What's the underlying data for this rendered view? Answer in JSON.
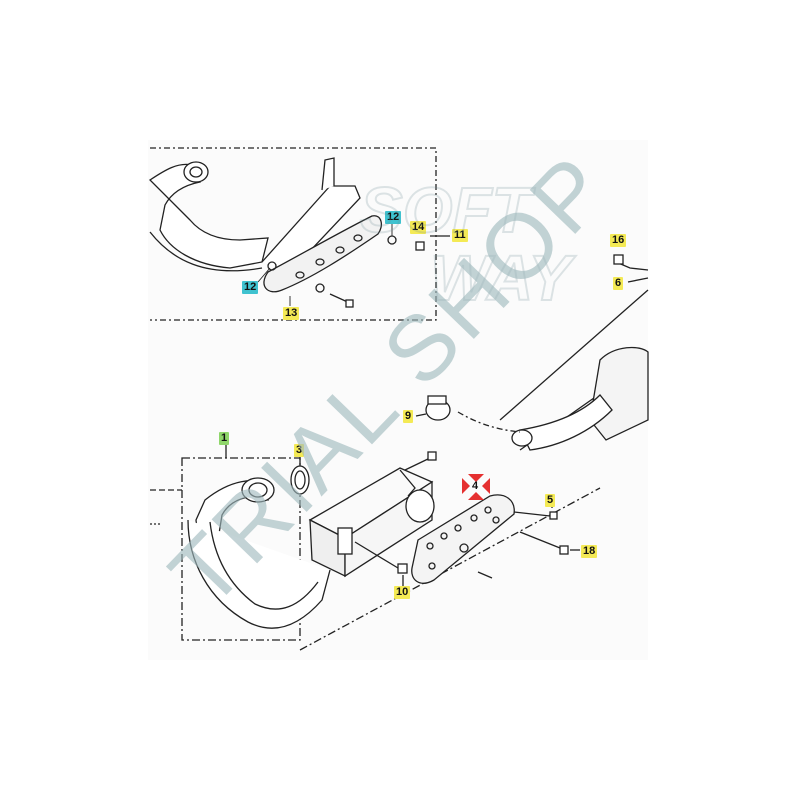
{
  "callouts": {
    "c1": "1",
    "c3": "3",
    "c4": "4",
    "c5": "5",
    "c6": "6",
    "c9": "9",
    "c10": "10",
    "c11": "11",
    "c12a": "12",
    "c12b": "12",
    "c13": "13",
    "c14": "14",
    "c16": "16",
    "c18": "18"
  },
  "watermark": {
    "main": "TRIAL SHOP",
    "logo_top": "SOFT",
    "logo_bottom": "WAY"
  },
  "colors": {
    "label_yellow": "#f4ea55",
    "label_cyan": "#3fc2cf",
    "label_green": "#8fd66a",
    "marker_red": "#e53030",
    "watermark": "#9fb9bd",
    "line": "#222222"
  }
}
